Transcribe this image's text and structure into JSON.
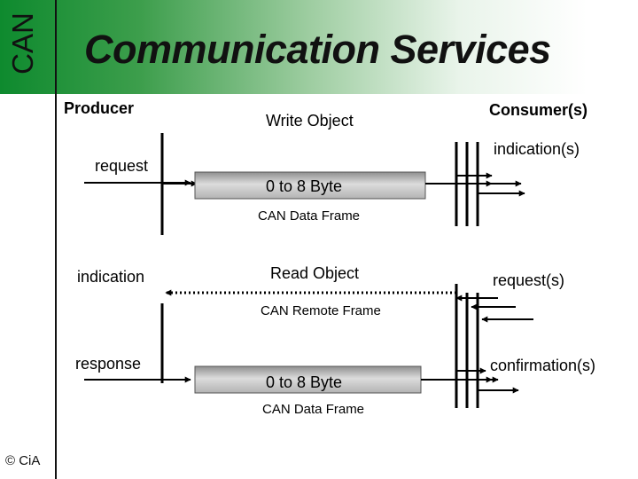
{
  "header": {
    "side_label": "CAN",
    "title": "Communication Services",
    "copyright": "© CiA"
  },
  "diagram": {
    "producer_label": "Producer",
    "consumer_label": "Consumer(s)",
    "write_object": {
      "title": "Write Object",
      "producer_primitive": "request",
      "consumer_primitive": "indication(s)",
      "frame_content": "0 to 8 Byte",
      "frame_type": "CAN Data Frame"
    },
    "read_object": {
      "title": "Read Object",
      "producer_indication": "indication",
      "consumer_request": "request(s)",
      "remote_frame_type": "CAN Remote Frame",
      "producer_response": "response",
      "consumer_confirmation": "confirmation(s)",
      "frame_content": "0 to 8 Byte",
      "frame_type": "CAN Data Frame"
    }
  },
  "colors": {
    "header_green": "#0e8a2e",
    "frame_box_fill": "#b3b3b3"
  }
}
